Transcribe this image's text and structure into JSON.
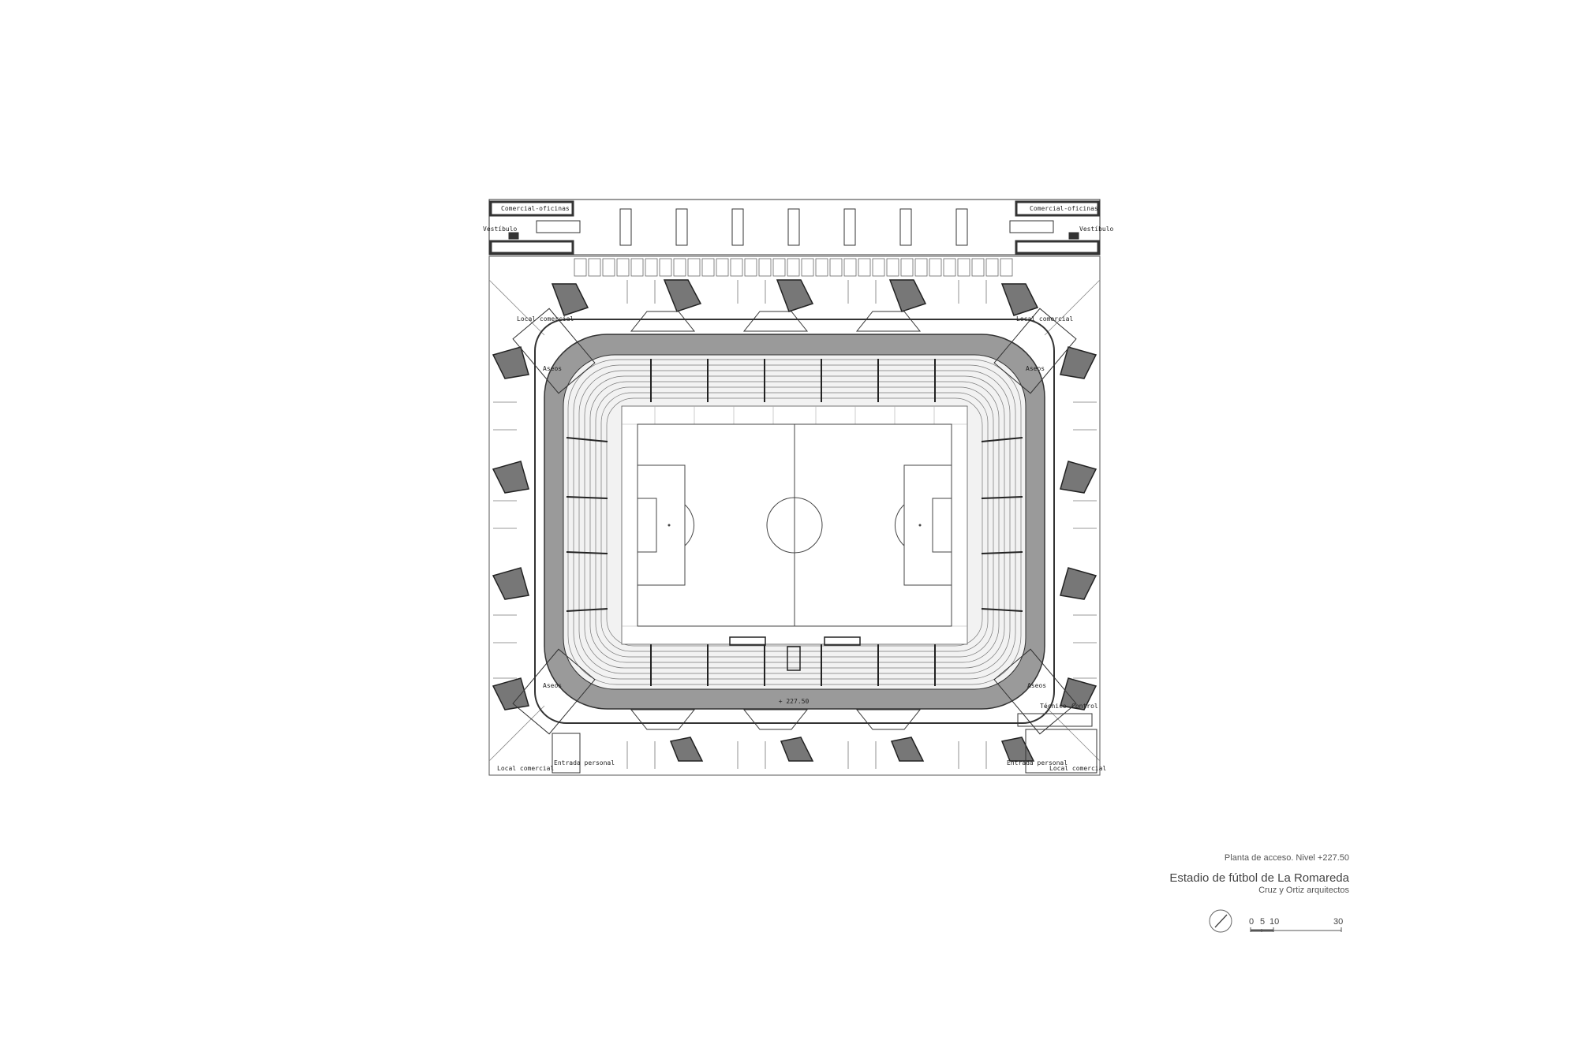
{
  "drawing": {
    "labels": {
      "commercial_offices_left": "Comercial-oficinas",
      "commercial_offices_right": "Comercial-oficinas",
      "vestibule_left": "Vestíbulo",
      "vestibule_right": "Vestíbulo",
      "local_commercial_nw": "Local comercial",
      "local_commercial_ne": "Local comercial",
      "local_commercial_sw": "Local comercial",
      "local_commercial_se": "Local comercial",
      "toilets_nw": "Aseos",
      "toilets_ne": "Aseos",
      "toilets_sw": "Aseos",
      "toilets_se": "Aseos",
      "entrance_left": "Entrada personal",
      "entrance_right": "Entrada personal",
      "technical": "Técnico",
      "control": "Control",
      "level_mark": "+ 227.50"
    }
  },
  "caption": {
    "sheet_title": "Planta de acceso. Nivel +227.50",
    "project_title": "Estadio de fútbol de La Romareda",
    "architects": "Cruz y Ortiz arquitectos"
  },
  "scale_bar": {
    "ticks": [
      "0",
      "5",
      "10",
      "30"
    ],
    "icon": "north-arrow-icon"
  },
  "colors": {
    "concourse_gray": "#9a9a9a",
    "line": "#333333",
    "core_fill": "#777777"
  }
}
